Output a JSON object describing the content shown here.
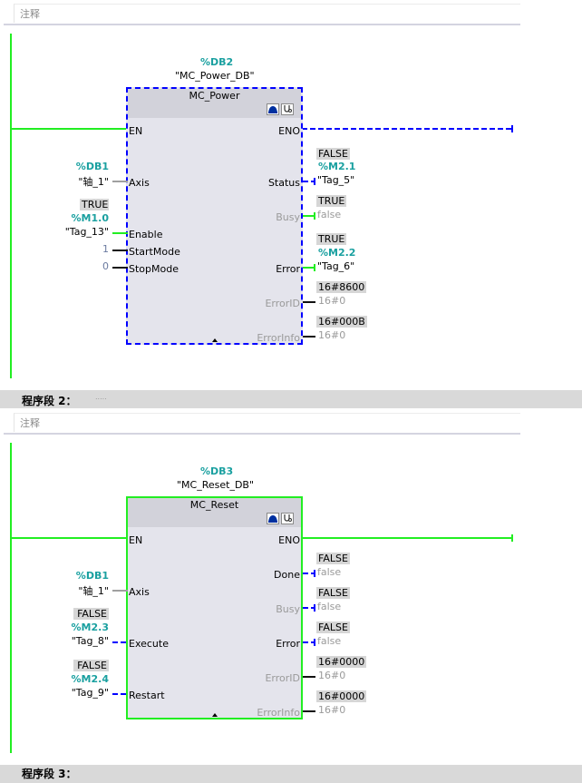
{
  "comment_label": "注释",
  "networks": [
    {
      "instance": {
        "address": "%DB2",
        "name": "\"MC_Power_DB\""
      },
      "block": {
        "name": "MC_Power",
        "state": "executing-dashed",
        "inputs": [
          {
            "pin": "EN"
          },
          {
            "pin": "Axis",
            "address": "%DB1",
            "tag": "\"轴_1\""
          },
          {
            "pin": "Enable",
            "monitor": "TRUE",
            "address": "%M1.0",
            "tag": "\"Tag_13\""
          },
          {
            "pin": "StartMode",
            "constant": "1"
          },
          {
            "pin": "StopMode",
            "constant": "0"
          }
        ],
        "outputs": [
          {
            "pin": "ENO"
          },
          {
            "pin": "Status",
            "monitor": "FALSE",
            "address": "%M2.1",
            "tag": "\"Tag_5\""
          },
          {
            "pin": "Busy",
            "monitor": "TRUE",
            "tag": "false"
          },
          {
            "pin": "Error",
            "monitor": "TRUE",
            "address": "%M2.2",
            "tag": "\"Tag_6\""
          },
          {
            "pin": "ErrorID",
            "monitor": "16#8600",
            "tag": "16#0"
          },
          {
            "pin": "ErrorInfo",
            "monitor": "16#000B",
            "tag": "16#0"
          }
        ]
      }
    },
    {
      "header": {
        "title": "程序段 2：",
        "dots": "....."
      },
      "instance": {
        "address": "%DB3",
        "name": "\"MC_Reset_DB\""
      },
      "block": {
        "name": "MC_Reset",
        "state": "active-green",
        "inputs": [
          {
            "pin": "EN"
          },
          {
            "pin": "Axis",
            "address": "%DB1",
            "tag": "\"轴_1\""
          },
          {
            "pin": "Execute",
            "monitor": "FALSE",
            "address": "%M2.3",
            "tag": "\"Tag_8\""
          },
          {
            "pin": "Restart",
            "monitor": "FALSE",
            "address": "%M2.4",
            "tag": "\"Tag_9\""
          }
        ],
        "outputs": [
          {
            "pin": "ENO"
          },
          {
            "pin": "Done",
            "monitor": "FALSE",
            "tag": "false"
          },
          {
            "pin": "Busy",
            "monitor": "FALSE",
            "tag": "false"
          },
          {
            "pin": "Error",
            "monitor": "FALSE",
            "tag": "false"
          },
          {
            "pin": "ErrorID",
            "monitor": "16#0000",
            "tag": "16#0"
          },
          {
            "pin": "ErrorInfo",
            "monitor": "16#0000",
            "tag": "16#0"
          }
        ]
      }
    },
    {
      "header": {
        "title": "程序段 3："
      }
    }
  ],
  "colors": {
    "power_flow": "#22ee22",
    "not_powered": "#0000ff",
    "address": "#1aa0a0",
    "monitor_bg": "#d6d6d6"
  }
}
